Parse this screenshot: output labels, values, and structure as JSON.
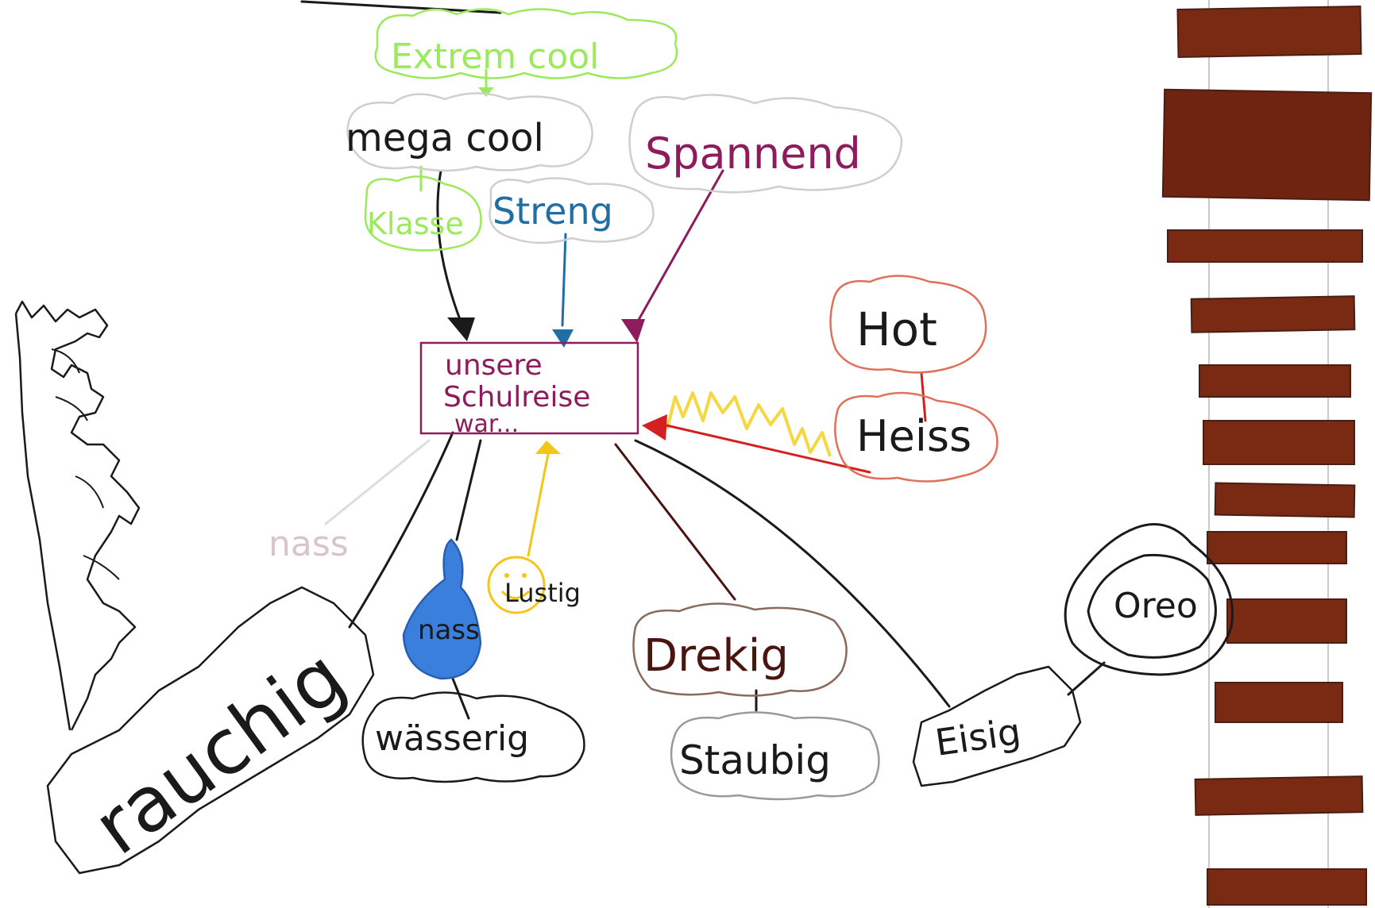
{
  "center": {
    "lines": [
      "unsere",
      "Schulreise",
      "war..."
    ],
    "color": "#8e1b5c"
  },
  "nodes": {
    "extrem_cool": {
      "text": "Extrem cool",
      "color": "#9bea5c"
    },
    "mega_cool": {
      "text": "mega cool",
      "color": "#1a1a1a"
    },
    "klasse": {
      "text": "Klasse",
      "color": "#9bea5c"
    },
    "streng": {
      "text": "Streng",
      "color": "#1f6fa5"
    },
    "spannend": {
      "text": "Spannend",
      "color": "#8e1b5c"
    },
    "hot": {
      "text": "Hot",
      "color": "#1a1a1a",
      "outline": "#e0705a"
    },
    "heiss": {
      "text": "Heiss",
      "color": "#1a1a1a",
      "outline": "#e0705a"
    },
    "nass_faint": {
      "text": "nass",
      "color": "#d9c3cd"
    },
    "rauchig": {
      "text": "rauchig",
      "color": "#1a1a1a"
    },
    "nass_drop": {
      "text": "nass",
      "color": "#1a1a1a",
      "fill": "#3a7fdc"
    },
    "lustig": {
      "text": "Lustig",
      "color": "#1a1a1a",
      "fill": "#f5c518"
    },
    "waesserig": {
      "text": "wässerig",
      "color": "#1a1a1a"
    },
    "drekig": {
      "text": "Drekig",
      "color": "#4a1410"
    },
    "staubig": {
      "text": "Staubig",
      "color": "#1a1a1a"
    },
    "eisig": {
      "text": "Eisig",
      "color": "#1a1a1a"
    },
    "oreo": {
      "text": "Oreo",
      "color": "#1a1a1a"
    }
  },
  "colors": {
    "brown_stripes": "#7a2a12",
    "red_arrow": "#d42020",
    "yellow_scribble": "#f5d840",
    "maroon": "#8e1b5c",
    "blue": "#1f6fa5",
    "green": "#9bea5c",
    "dark": "#1a1a1a"
  }
}
